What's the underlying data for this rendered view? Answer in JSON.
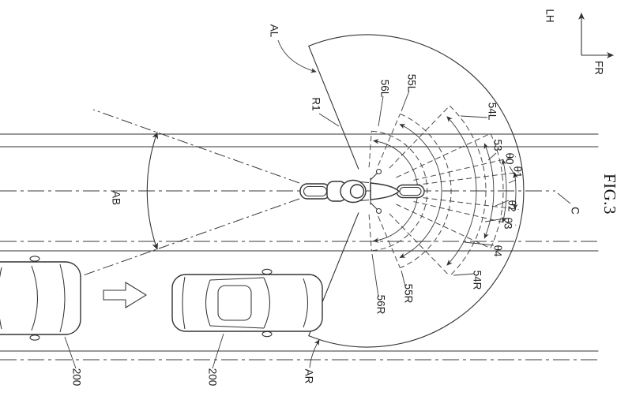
{
  "figure": {
    "title": "FIG.3",
    "axis": {
      "vertical": "LH",
      "horizontal": "FR"
    },
    "labels": {
      "al": "AL",
      "ar": "AR",
      "ab": "AB",
      "r1": "R1",
      "c": "C",
      "area_53": "53",
      "area_54l": "54L",
      "area_54r": "54R",
      "area_55l": "55L",
      "area_55r": "55R",
      "area_56l": "56L",
      "area_56r": "56R",
      "theta_0": "θ0",
      "theta_1": "θ1",
      "theta_2": "θ2",
      "theta_3": "θ3",
      "theta_4": "θ4",
      "lead_vehicle": "200",
      "following_vehicle": "200"
    },
    "colors": {
      "ink": "#333333",
      "paper": "#ffffff"
    }
  }
}
